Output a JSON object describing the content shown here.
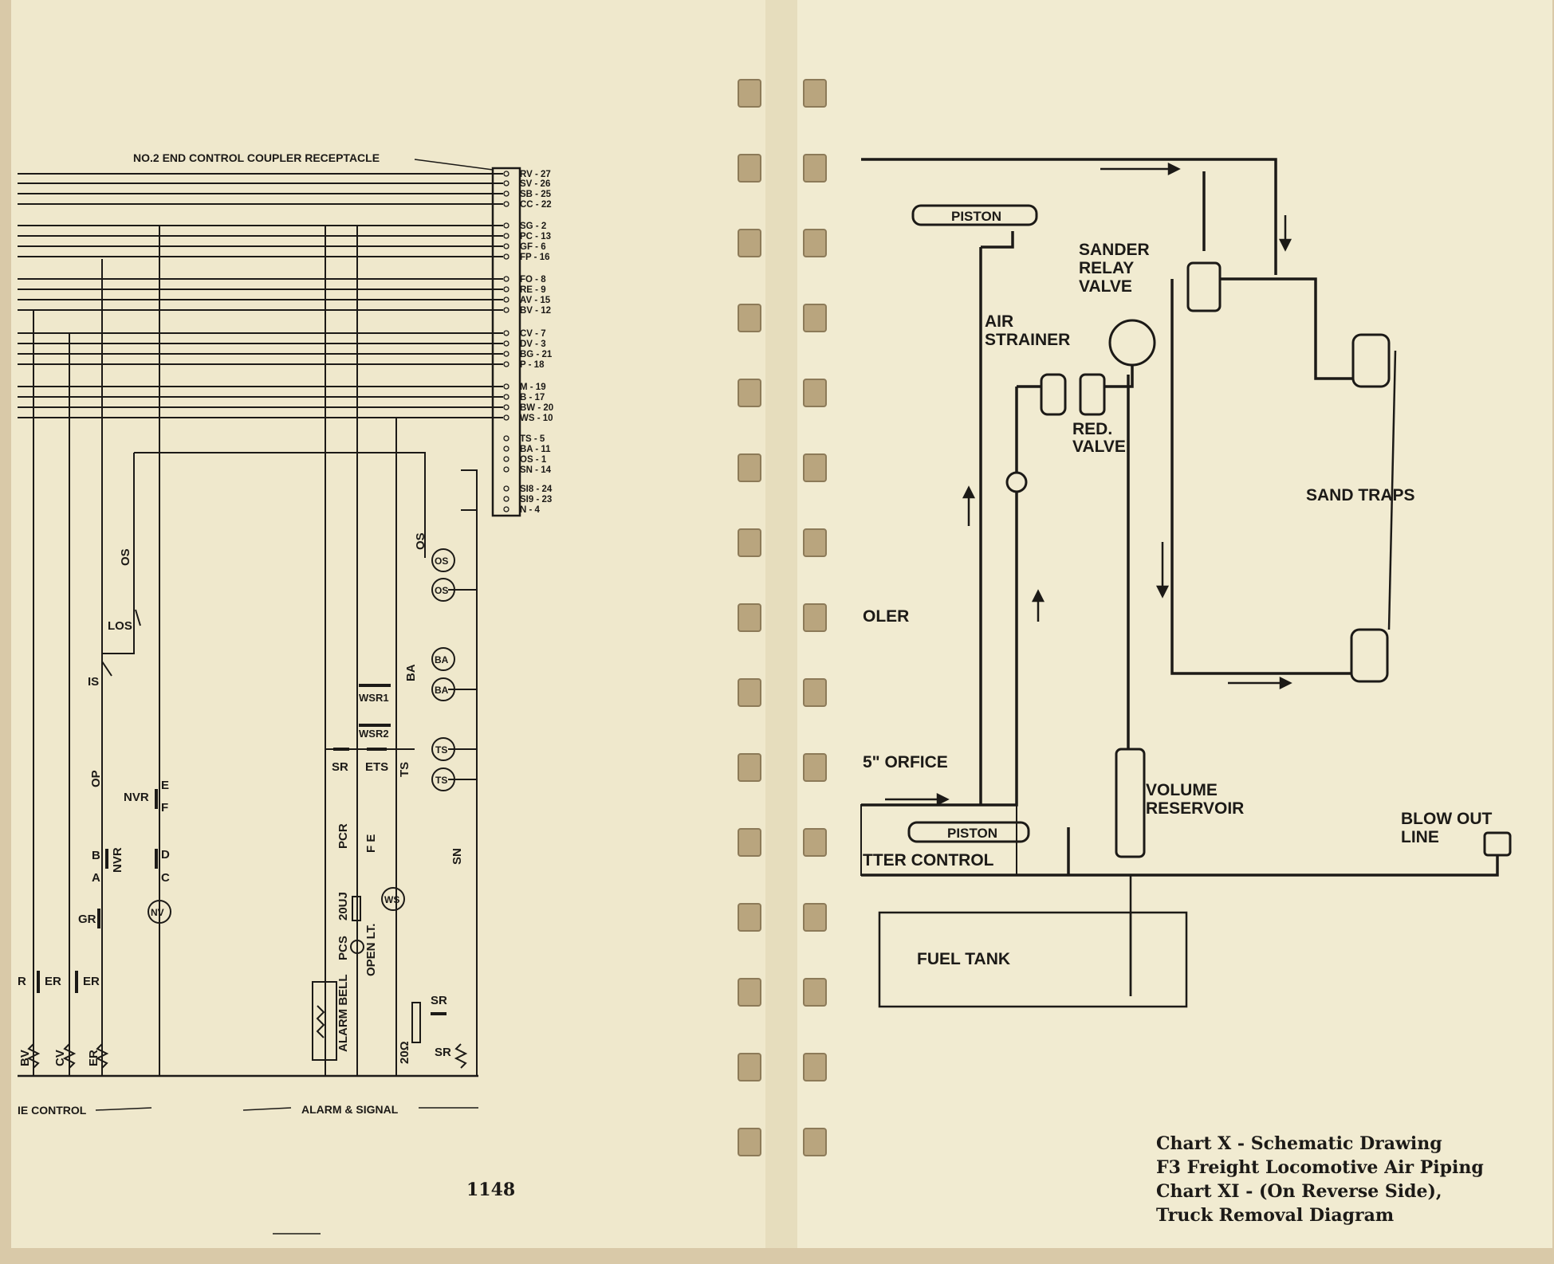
{
  "left_page": {
    "receptacle_title": "NO.2 END CONTROL COUPLER RECEPTACLE",
    "terminals": [
      "RV - 27",
      "SV - 26",
      "SB - 25",
      "CC - 22",
      "SG - 2",
      "PC - 13",
      "GF - 6",
      "FP - 16",
      "FO - 8",
      "RE - 9",
      "AV - 15",
      "BV - 12",
      "CV - 7",
      "DV - 3",
      "BG - 21",
      "P - 18",
      "M - 19",
      "B - 17",
      "BW - 20",
      "WS - 10",
      "TS - 5",
      "BA - 11",
      "OS - 1",
      "SN - 14",
      "SI8 - 24",
      "SI9 - 23",
      "N - 4"
    ],
    "labels": {
      "os_side": "OS",
      "los": "LOS",
      "is": "IS",
      "op": "OP",
      "nvr_e": "NVR",
      "e": "E",
      "f": "F",
      "b": "B",
      "a": "A",
      "nvr_contact": "NVR",
      "d": "D",
      "c": "C",
      "gr": "GR",
      "nv": "NV",
      "er": "ER",
      "r": "R",
      "bv": "BV",
      "cv": "CV",
      "er_res": "ER",
      "os_coil_label": "OS",
      "os_coil": "OS",
      "ba_label": "BA",
      "ba_coil": "BA",
      "wsr1": "WSR1",
      "wsr2": "WSR2",
      "sr": "SR",
      "ets": "ETS",
      "ts_label": "TS",
      "ts_coil": "TS",
      "pcr": "PCR",
      "fe": "F E",
      "j20": "20UJ",
      "pcs": "PCS",
      "open_lt": "OPEN LT.",
      "ws": "WS",
      "sn": "SN",
      "alarm_bell": "ALARM BELL",
      "w20": "20Ω",
      "sr_contact": "SR",
      "sr_res": "SR"
    },
    "section_engine": "IE CONTROL",
    "section_alarm": "ALARM & SIGNAL",
    "page_number": "1148"
  },
  "right_page": {
    "piston_top": "PISTON",
    "sander_relay_valve": [
      "SANDER",
      "RELAY",
      "VALVE"
    ],
    "air_strainer": [
      "AIR",
      "STRAINER"
    ],
    "red_valve": [
      "RED.",
      "VALVE"
    ],
    "sand_traps": "SAND TRAPS",
    "cooler": "OLER",
    "orfice": "5\" ORFICE",
    "piston_bottom": "PISTON",
    "shutter_control": "TTER CONTROL",
    "volume_reservoir": [
      "VOLUME",
      "RESERVOIR"
    ],
    "blow_out_line": [
      "BLOW OUT",
      "LINE"
    ],
    "fuel_tank": "FUEL TANK",
    "caption": [
      "Chart X - Schematic Drawing",
      "F3 Freight Locomotive Air Piping",
      "Chart XI - (On Reverse Side),",
      "Truck Removal Diagram"
    ]
  },
  "colors": {
    "paper": "#efe8cc",
    "ink": "#1c1a17",
    "background": "#d9c9a8"
  }
}
